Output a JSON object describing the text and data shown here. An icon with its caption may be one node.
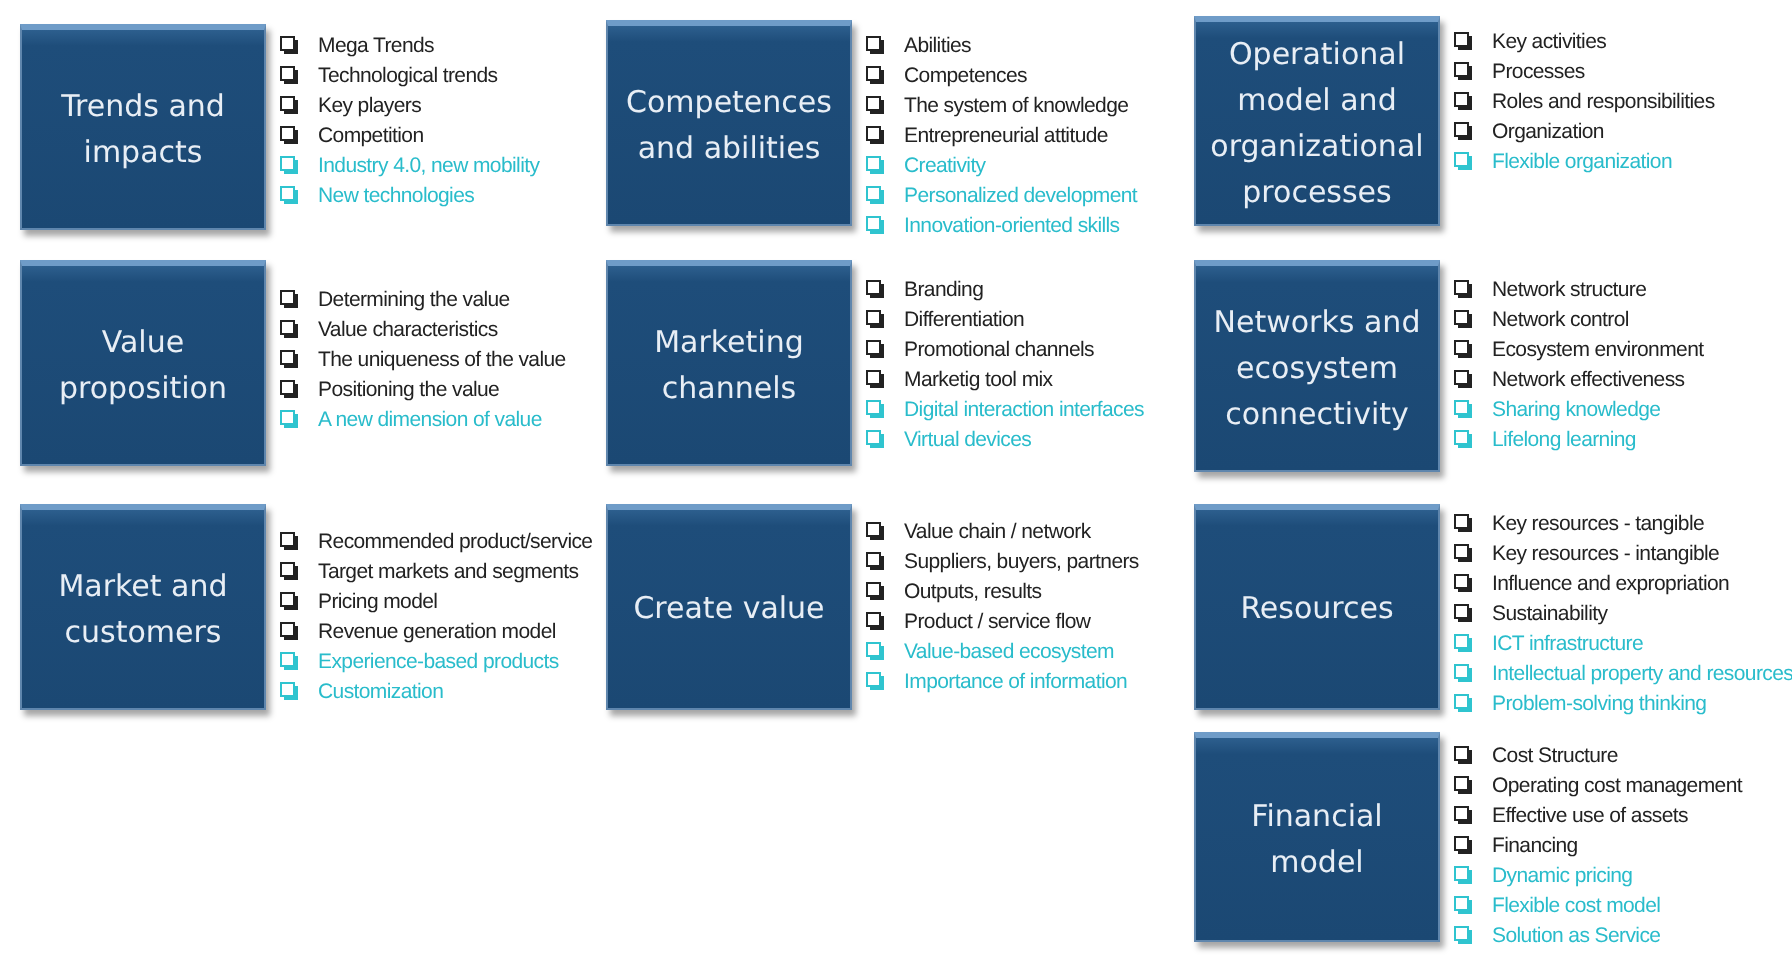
{
  "diagram": {
    "nodes": [
      {
        "text": [
          "Trends and impacts"
        ],
        "beside": [
          "Mega Trends",
          "Technological trends",
          "Key players",
          "Competition",
          "Industry 4.0, new mobility",
          "New technologies"
        ]
      },
      {
        "text": [
          "Competences and abilities"
        ],
        "beside": [
          "Abilities",
          "Competences",
          "The system of knowledge",
          "Entrepreneurial attitude",
          "Creativity",
          "Personalized development",
          "Innovation-oriented skills"
        ]
      },
      {
        "text": [
          "Operational model and organizational processes"
        ],
        "beside": [
          "Key activities",
          "Processes",
          "Roles and responsibilities",
          "Organization",
          "Flexible organization"
        ]
      },
      {
        "text": [
          "Value proposition"
        ],
        "beside": [
          "Determining the value",
          "Value characteristics",
          "The uniqueness of the value",
          "Positioning the value",
          "A new dimension of value"
        ]
      },
      {
        "text": [
          "Marketing channels"
        ],
        "beside": [
          "Branding",
          "Differentiation",
          "Promotional channels",
          "Marketig tool mix",
          "Digital interaction interfaces",
          "Virtual devices"
        ]
      },
      {
        "text": [
          "Networks and ecosystem connectivity"
        ],
        "beside": [
          "Network structure",
          "Network control",
          "Ecosystem environment",
          "Network effectiveness",
          "Sharing knowledge",
          "Lifelong learning"
        ]
      },
      {
        "text": [
          "Market and customers"
        ],
        "beside": [
          "Recommended product/service",
          "Target markets and segments",
          "Pricing model",
          "Revenue generation model",
          "Experience-based products",
          "Customization"
        ]
      },
      {
        "text": [
          "Create value"
        ],
        "beside": [
          "Value chain / network",
          "Suppliers, buyers, partners",
          "Outputs, results",
          "Product / service flow",
          "Value-based ecosystem",
          "Importance of information"
        ]
      },
      {
        "text": [
          "Resources"
        ],
        "beside": [
          "Key resources - tangible",
          "Key resources - intangible",
          "Influence and expropriation",
          "Sustainability",
          "ICT infrastructure",
          "Intellectual property and resources",
          "Problem-solving thinking"
        ]
      },
      {
        "text": [
          "Financial model"
        ],
        "beside": [
          "Cost Structure",
          "Operating cost management",
          "Effective use of assets",
          "Financing",
          "Dynamic pricing",
          "Flexible cost model",
          "Solution as Service"
        ]
      }
    ]
  }
}
